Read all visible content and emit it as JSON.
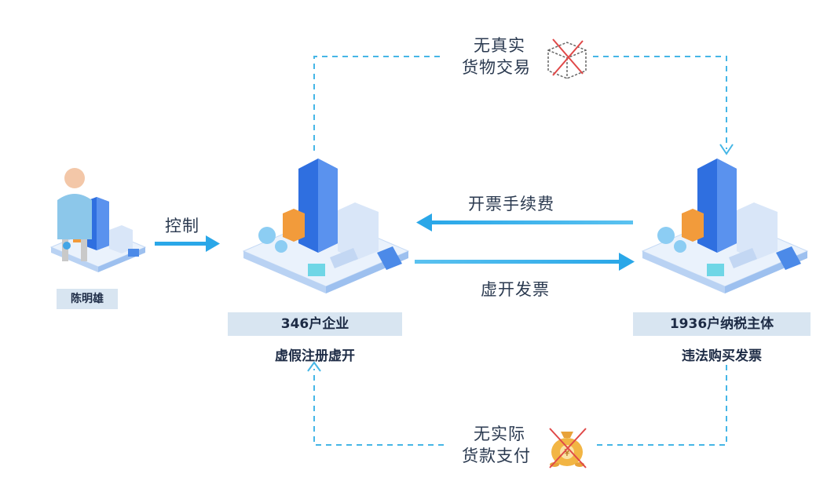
{
  "top_note": {
    "line1": "无真实",
    "line2": "货物交易",
    "icon": "crossed-box-icon"
  },
  "bottom_note": {
    "line1": "无实际",
    "line2": "货款支付",
    "icon": "crossed-money-bag-icon"
  },
  "person": {
    "name": "陈明雄"
  },
  "control_label": "控制",
  "left_entity": {
    "label": "346户企业",
    "desc": "虚假注册虚开"
  },
  "right_entity": {
    "label": "1936户纳税主体",
    "desc": "违法购买发票"
  },
  "fee_label": "开票手续费",
  "invoice_label": "虚开发票",
  "colors": {
    "arrow": "#2aa7e8",
    "dashed": "#45b6e6",
    "label_bg": "#d8e5f1",
    "building": "#2f6fe0"
  }
}
